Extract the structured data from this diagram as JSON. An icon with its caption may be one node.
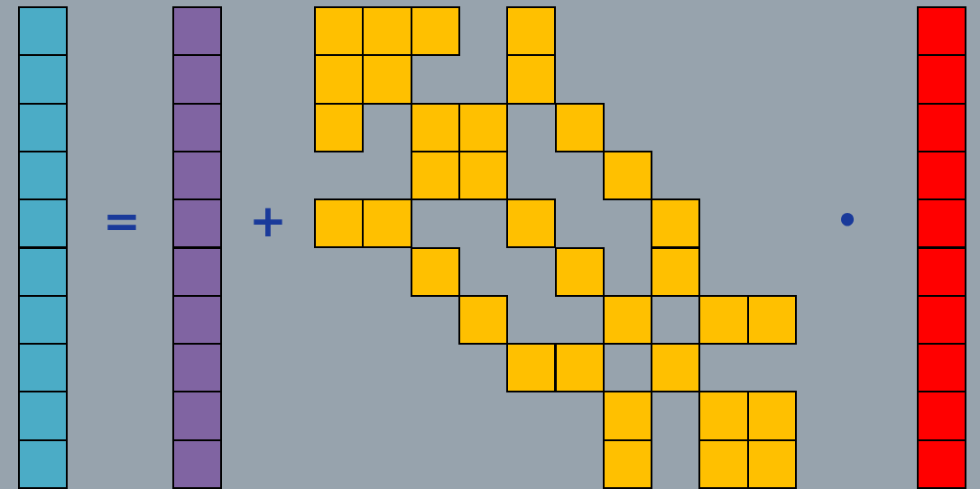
{
  "diagram": {
    "nodes": [
      {
        "text": [],
        "shape": "box"
      },
      {
        "text": [],
        "shape": "box"
      },
      {
        "text": [],
        "shape": "box"
      },
      {
        "text": [],
        "shape": "box"
      },
      {
        "text": [],
        "shape": "box"
      },
      {
        "text": [],
        "shape": "box"
      },
      {
        "text": [],
        "shape": "box"
      },
      {
        "text": [],
        "shape": "box"
      },
      {
        "text": [],
        "shape": "box"
      },
      {
        "text": [],
        "shape": "box"
      },
      {
        "text": [],
        "shape": "box"
      },
      {
        "text": [],
        "shape": "box"
      },
      {
        "text": [],
        "shape": "box"
      },
      {
        "text": [],
        "shape": "box"
      },
      {
        "text": [],
        "shape": "box"
      },
      {
        "text": [],
        "shape": "box"
      },
      {
        "text": [],
        "shape": "box"
      },
      {
        "text": [],
        "shape": "box"
      },
      {
        "text": [],
        "shape": "box"
      },
      {
        "text": [],
        "shape": "box"
      },
      {
        "text": [],
        "shape": "box"
      },
      {
        "text": [],
        "shape": "box"
      },
      {
        "text": [],
        "shape": "box"
      },
      {
        "text": [],
        "shape": "box"
      },
      {
        "text": [],
        "shape": "box"
      },
      {
        "text": [],
        "shape": "box"
      },
      {
        "text": [],
        "shape": "box"
      },
      {
        "text": [],
        "shape": "box"
      },
      {
        "text": [],
        "shape": "box"
      },
      {
        "text": [],
        "shape": "box"
      },
      {
        "text": [],
        "shape": "box"
      },
      {
        "text": [],
        "shape": "box"
      },
      {
        "text": [],
        "shape": "box"
      },
      {
        "text": [],
        "shape": "box"
      },
      {
        "text": [],
        "shape": "box"
      },
      {
        "text": [],
        "shape": "box"
      },
      {
        "text": [],
        "shape": "box"
      },
      {
        "text": [],
        "shape": "box"
      },
      {
        "text": [],
        "shape": "box"
      },
      {
        "text": [],
        "shape": "box"
      },
      {
        "text": [],
        "shape": "box"
      },
      {
        "text": [],
        "shape": "box"
      },
      {
        "text": [],
        "shape": "box"
      },
      {
        "text": [],
        "shape": "box"
      },
      {
        "text": [],
        "shape": "box"
      },
      {
        "text": [],
        "shape": "box"
      },
      {
        "text": [],
        "shape": "box"
      },
      {
        "text": [],
        "shape": "box"
      },
      {
        "text": [],
        "shape": "box"
      },
      {
        "text": [],
        "shape": "box"
      },
      {
        "text": [],
        "shape": "box"
      },
      {
        "text": [],
        "shape": "box"
      },
      {
        "text": [],
        "shape": "box"
      },
      {
        "text": [],
        "shape": "box"
      },
      {
        "text": [],
        "shape": "box"
      },
      {
        "text": [],
        "shape": "box"
      },
      {
        "text": [],
        "shape": "box"
      },
      {
        "text": [],
        "shape": "box"
      },
      {
        "text": [],
        "shape": "box"
      },
      {
        "text": [],
        "shape": "box"
      },
      {
        "text": [],
        "shape": "box"
      },
      {
        "text": [],
        "shape": "box"
      },
      {
        "text": [],
        "shape": "box"
      },
      {
        "text": [],
        "shape": "box"
      }
    ],
    "labels": [
      "=",
      "+",
      "•"
    ]
  }
}
